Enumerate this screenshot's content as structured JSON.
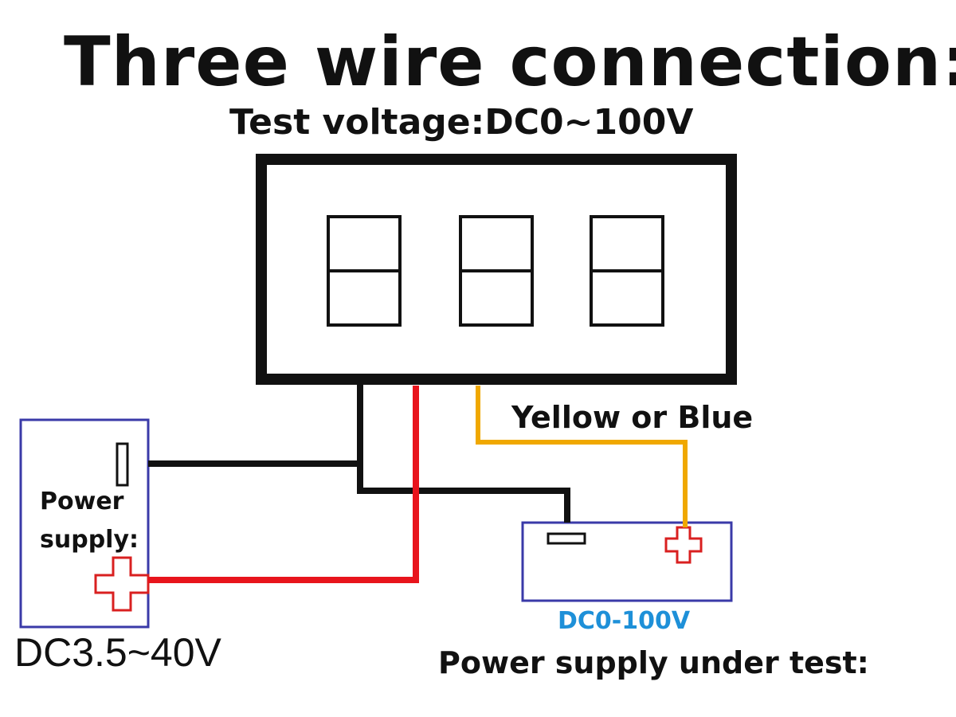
{
  "title": "Three wire connection:",
  "subtitle": "Test voltage:DC0~100V",
  "wire_label": "Yellow or Blue",
  "power_supply": {
    "label_line1": "Power",
    "label_line2": "supply:",
    "range": "DC3.5~40V"
  },
  "test_supply": {
    "range": "DC0-100V",
    "label": "Power supply under test:"
  },
  "colors": {
    "black_wire": "#111111",
    "red_wire": "#e8141c",
    "yellow_wire": "#f0a800",
    "supply_box": "#3a3aa8",
    "plus_symbol": "#d92020",
    "range_text": "#1e90d8"
  },
  "display": {
    "digit_count": 3
  }
}
